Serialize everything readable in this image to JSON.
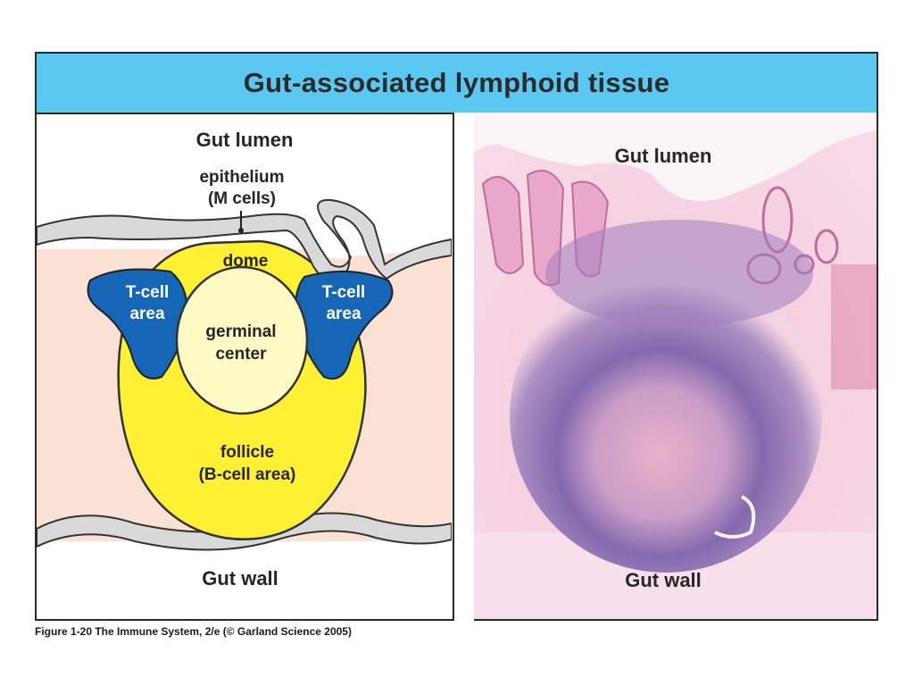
{
  "title": "Gut-associated lymphoid tissue",
  "diagram": {
    "gut_lumen": "Gut lumen",
    "epithelium_line1": "epithelium",
    "epithelium_line2": "(M cells)",
    "dome": "dome",
    "tcell_left_line1": "T-cell",
    "tcell_left_line2": "area",
    "tcell_right_line1": "T-cell",
    "tcell_right_line2": "area",
    "germinal_line1": "germinal",
    "germinal_line2": "center",
    "follicle_line1": "follicle",
    "follicle_line2": "(B-cell area)",
    "gut_wall": "Gut wall"
  },
  "micrograph": {
    "gut_lumen": "Gut lumen",
    "gut_wall": "Gut wall"
  },
  "caption": "Figure 1-20 The Immune System, 2/e (© Garland Science 2005)",
  "colors": {
    "title_bar": "#5bc8f1",
    "tissue_pink": "#fbe1d3",
    "epithelium_gray": "#d9d9d9",
    "follicle_yellow": "#fff033",
    "germinal_center": "#fff9c4",
    "tcell_blue": "#1666b8",
    "stain_pink": "#e9a8c9",
    "stain_purple": "#7b5fa8"
  }
}
